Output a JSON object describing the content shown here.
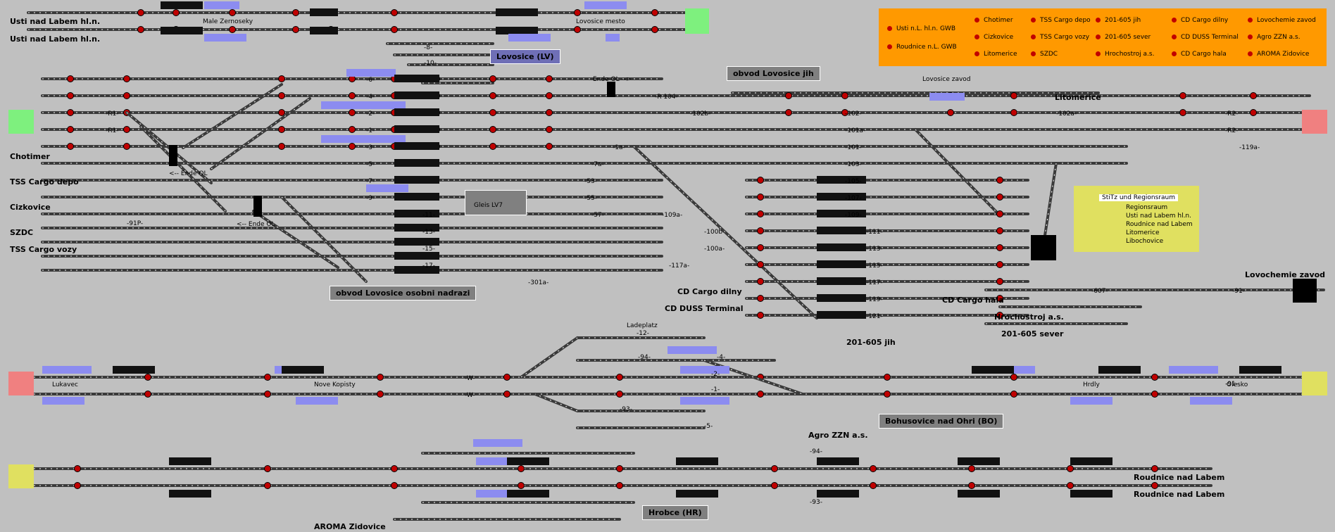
{
  "colors": {
    "background": "#c0c0c0",
    "track": "#3a3a3a",
    "signal_red": "#c00000",
    "signal_green": "#00b000",
    "legend_orange": "#ff9900",
    "blue_block": "#8c8cf0",
    "green_end": "#7ef07e",
    "red_end": "#f08080",
    "yellow_end": "#e0e060"
  },
  "stations": {
    "usti_1": "Usti nad Labem hl.n.",
    "usti_2": "Usti nad Labem hl.n.",
    "male_zernosky": "Male Zernoseky",
    "lovosice_mesto": "Lovosice mesto",
    "lovosice_lv": "Lovosice (LV)",
    "obvod_jih": "obvod Lovosice jih",
    "chotimer": "Chotimer",
    "tss_depo": "TSS Cargo depo",
    "cizkovice": "Cizkovice",
    "szdc": "SZDC",
    "tss_vozy": "TSS Cargo vozy",
    "ende_ol_1": "<-- Ende OL",
    "ende_ol_2": "<-- Ende OL",
    "ende_ol_top": "Ende OL -->",
    "gleis_lv7": "Gleis LV7",
    "obvod_osobni": "obvod Lovosice osobni nadrazi",
    "cd_dilny": "CD Cargo dilny",
    "cd_duss": "CD DUSS Terminal",
    "litomerice": "Litomerice",
    "lovosice_zavod": "Lovosice zavod",
    "cd_hala": "CD Cargo hala",
    "hrochostroj": "Hrochostroj a.s.",
    "s201_sever": "201-605 sever",
    "s201_jih": "201-605 jih",
    "lovochemie": "Lovochemie zavod",
    "ladeplatz": "Ladeplatz",
    "lukavec": "Lukavec",
    "nove_kopisty": "Nove Kopisty",
    "hrdly": "Hrdly",
    "olesko": "Olesko",
    "bohusovice": "Bohusovice nad Ohri (BO)",
    "agro": "Agro ZZN a.s.",
    "roudnice_1": "Roudnice nad Labem",
    "roudnice_2": "Roudnice nad Labem",
    "hrobce": "Hrobce (HR)",
    "aroma": "AROMA Zidovice"
  },
  "legend": [
    "Usti n.L. hl.n. GWB",
    "Roudnice n.L. GWB",
    "Chotimer",
    "Cizkovice",
    "Litomerice",
    "TSS Cargo depo",
    "TSS Cargo vozy",
    "SZDC",
    "201-605 jih",
    "201-605 sever",
    "Hrochostroj a.s.",
    "CD Cargo dilny",
    "CD DUSS Terminal",
    "CD Cargo hala",
    "Lovochemie zavod",
    "Agro ZZN a.s.",
    "AROMA Zidovice"
  ],
  "stitz": {
    "title": "StiTz und Regionsraum",
    "items": [
      "Regionsraum",
      "Usti nad Labem hl.n.",
      "Roudnice nad Labem",
      "Litomerice",
      "Libochovice"
    ]
  },
  "track_labels": [
    "-R1-",
    "-R1-",
    "-6-",
    "-4-",
    "-2-",
    "-1-",
    "-3-",
    "-5-",
    "-7-",
    "-9-",
    "-11-",
    "-13-",
    "-15-",
    "-17-",
    "-10-",
    "-8-",
    "-R 104-",
    "-102b-",
    "-102-",
    "-101a-",
    "-101-",
    "-103-",
    "-105-",
    "-107-",
    "-109-",
    "-111-",
    "-113-",
    "-115-",
    "-117-",
    "-119-",
    "-121-",
    "-102a-",
    "-R2-",
    "-R2-",
    "-119a-",
    "-91P-",
    "-1a-",
    "-7a-",
    "-53-",
    "-55-",
    "-57-",
    "-109a-",
    "-100b-",
    "-100a-",
    "-117a-",
    "-301a-",
    "-607-",
    "-91-",
    "-91-",
    "-12-",
    "-94-",
    "-4-",
    "-2-",
    "-1-",
    "-93-",
    "-5-",
    "-W-",
    "-W-",
    "-94-",
    "-93-"
  ]
}
